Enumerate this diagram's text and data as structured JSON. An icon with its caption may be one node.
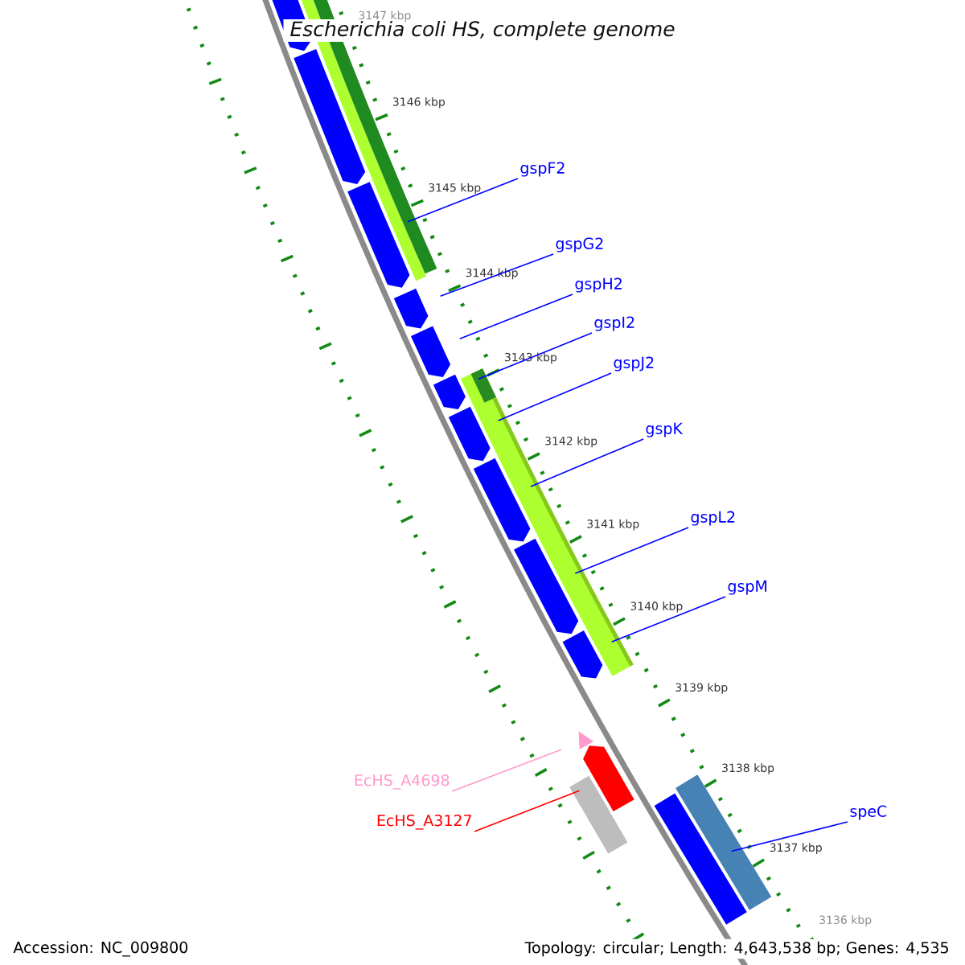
{
  "diagram": {
    "title": "Escherichia coli HS, complete genome",
    "nodes": [
      {
        "text": [],
        "shape": "arrow"
      },
      {
        "text": [],
        "shape": "arrow"
      },
      {
        "text": [],
        "shape": "arrow"
      },
      {
        "text": [],
        "shape": "arrow"
      },
      {
        "text": [],
        "shape": "arrow"
      },
      {
        "text": [],
        "shape": "arrow"
      },
      {
        "text": [],
        "shape": "arrow"
      },
      {
        "text": [],
        "shape": "arrow"
      },
      {
        "text": [],
        "shape": "arrow"
      },
      {
        "text": [],
        "shape": "arrow"
      },
      {
        "text": [],
        "shape": "triangle"
      },
      {
        "text": [],
        "shape": "arrow"
      },
      {
        "text": [],
        "shape": "bar"
      },
      {
        "text": [
          "gspF2"
        ]
      },
      {
        "text": [
          "gspG2"
        ]
      },
      {
        "text": [
          "gspH2"
        ]
      },
      {
        "text": [
          "gspI2"
        ]
      },
      {
        "text": [
          "gspJ2"
        ]
      },
      {
        "text": [
          "gspK"
        ]
      },
      {
        "text": [
          "gspL2"
        ]
      },
      {
        "text": [
          "gspM"
        ]
      },
      {
        "text": [
          "EcHS_A4698"
        ]
      },
      {
        "text": [
          "EcHS_A3127"
        ]
      },
      {
        "text": [
          "speC"
        ]
      },
      {
        "text": [],
        "shape": "bar"
      },
      {
        "text": [],
        "shape": "bar"
      }
    ],
    "edges": [
      {
        "from": 13,
        "to": 2,
        "arrow": "none"
      },
      {
        "from": 14,
        "to": 3,
        "arrow": "none"
      },
      {
        "from": 15,
        "to": 4,
        "arrow": "none"
      },
      {
        "from": 16,
        "to": 5,
        "arrow": "none"
      },
      {
        "from": 17,
        "to": 6,
        "arrow": "none"
      },
      {
        "from": 18,
        "to": 7,
        "arrow": "none"
      },
      {
        "from": 19,
        "to": 8,
        "arrow": "none"
      },
      {
        "from": 20,
        "to": 9,
        "arrow": "none"
      },
      {
        "from": 21,
        "to": 10,
        "arrow": "none",
        "color": "#ff99cc"
      },
      {
        "from": 22,
        "to": 11,
        "arrow": "none",
        "color": "#ff0000"
      },
      {
        "from": 23,
        "to": 12,
        "arrow": "none"
      }
    ],
    "labels": [
      "3147 kbp",
      "3146 kbp",
      "3145 kbp",
      "3144 kbp",
      "3143 kbp",
      "3142 kbp",
      "3141 kbp",
      "3140 kbp",
      "3139 kbp",
      "3138 kbp",
      "3137 kbp",
      "3136 kbp",
      "Accession: NC_009800",
      "Topology: circular; Length: 4,643,538 bp; Genes: 4,535"
    ]
  }
}
